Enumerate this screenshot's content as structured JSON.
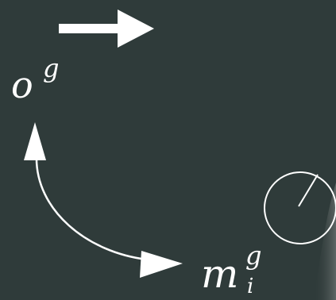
{
  "labels": {
    "object_goal": {
      "base": "o",
      "sup": "g"
    },
    "manipulator_goal": {
      "base": "m",
      "sup": "g",
      "sub": "i"
    }
  },
  "icons": {
    "top_arrow": "right-arrow-icon",
    "curved_arrow": "double-headed-curved-arrow-icon",
    "dial": "dial-gauge-icon"
  },
  "colors": {
    "background": "#2f3b3a",
    "foreground": "#ffffff"
  }
}
